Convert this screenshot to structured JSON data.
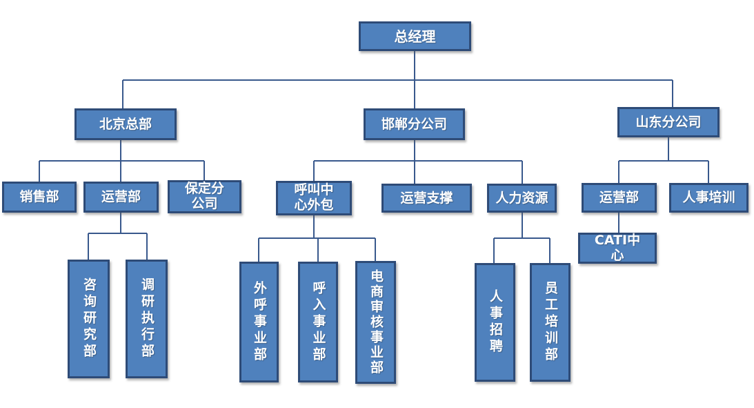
{
  "diagram": {
    "type": "org-chart",
    "colors": {
      "box_fill": "#4F81BD",
      "box_border": "#2E4B77",
      "connector_line": "#38588C",
      "text": "#FFFFFF",
      "background": "#FFFFFF"
    },
    "nodes": {
      "gm": {
        "label": "总经理"
      },
      "bj": {
        "label": "北京总部"
      },
      "hd": {
        "label": "邯郸分公司"
      },
      "sd": {
        "label": "山东分公司"
      },
      "xs": {
        "label": "销售部"
      },
      "yy": {
        "label": "运营部"
      },
      "bd": {
        "label": "保定分公司"
      },
      "hj": {
        "label": "呼叫中心外包"
      },
      "yz": {
        "label": "运营支撑"
      },
      "rl": {
        "label": "人力资源"
      },
      "yy2": {
        "label": "运营部"
      },
      "rsp": {
        "label": "人事培训"
      },
      "cati": {
        "label": "CATI中心"
      },
      "zx": {
        "label": "咨询研究部"
      },
      "dy": {
        "label": "调研执行部"
      },
      "wh": {
        "label": "外呼事业部"
      },
      "hri": {
        "label": "呼入事业部"
      },
      "ds": {
        "label": "电商审核事业部"
      },
      "rz": {
        "label": "人事招聘"
      },
      "yg": {
        "label": "员工培训部"
      }
    },
    "structure": {
      "label": "总经理",
      "children": [
        {
          "label": "北京总部",
          "children": [
            {
              "label": "销售部"
            },
            {
              "label": "运营部",
              "children": [
                {
                  "label": "咨询研究部"
                },
                {
                  "label": "调研执行部"
                }
              ]
            },
            {
              "label": "保定分公司"
            }
          ]
        },
        {
          "label": "邯郸分公司",
          "children": [
            {
              "label": "呼叫中心外包",
              "children": [
                {
                  "label": "外呼事业部"
                },
                {
                  "label": "呼入事业部"
                },
                {
                  "label": "电商审核事业部"
                }
              ]
            },
            {
              "label": "运营支撑"
            },
            {
              "label": "人力资源",
              "children": [
                {
                  "label": "人事招聘"
                },
                {
                  "label": "员工培训部"
                }
              ]
            }
          ]
        },
        {
          "label": "山东分公司",
          "children": [
            {
              "label": "运营部",
              "children": [
                {
                  "label": "CATI中心"
                }
              ]
            },
            {
              "label": "人事培训"
            }
          ]
        }
      ]
    }
  }
}
